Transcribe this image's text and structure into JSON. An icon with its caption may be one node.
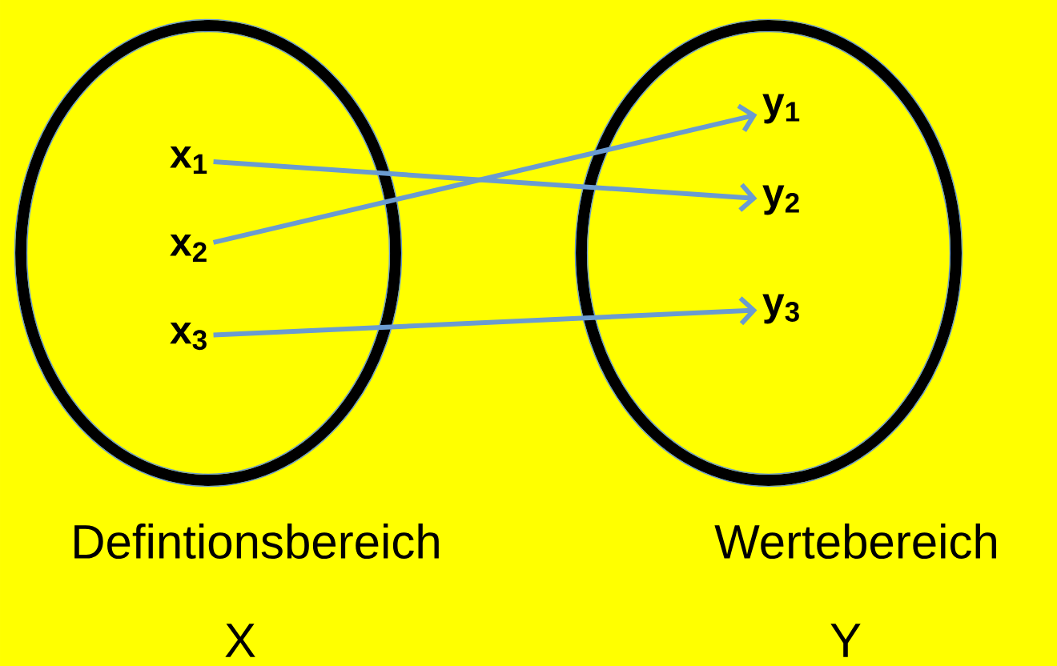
{
  "diagram": {
    "nodes": [
      {
        "text": [],
        "shape": "ellipse",
        "beside": [
          "Defintionsbereich",
          "X"
        ]
      },
      {
        "text": [
          "x$_{1}$"
        ],
        "in": 0
      },
      {
        "text": [
          "x$_{2}$"
        ],
        "in": 0
      },
      {
        "text": [
          "x$_{3}$"
        ],
        "in": 0
      },
      {
        "text": [],
        "shape": "ellipse",
        "beside": [
          "Wertebereich",
          "Y"
        ]
      },
      {
        "text": [
          "y$_{1}$"
        ],
        "in": 4
      },
      {
        "text": [
          "y$_{2}$"
        ],
        "in": 4
      },
      {
        "text": [
          "y$_{3}$"
        ],
        "in": 4
      }
    ],
    "edges": [
      {
        "from": 1,
        "to": 6,
        "arrow": "to"
      },
      {
        "from": 2,
        "to": 5,
        "arrow": "to"
      },
      {
        "from": 3,
        "to": 7,
        "arrow": "to"
      }
    ]
  }
}
